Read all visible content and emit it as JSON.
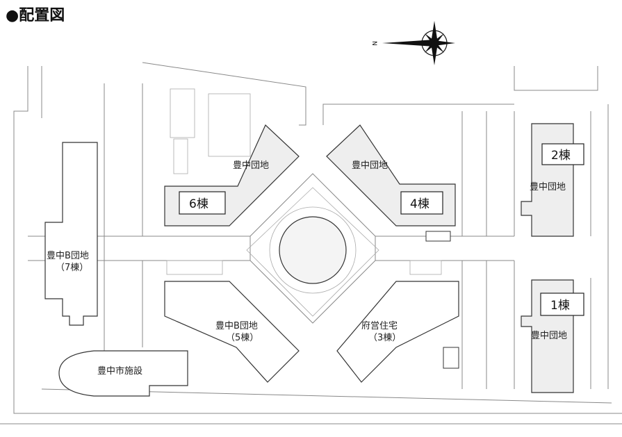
{
  "title": "●配置図",
  "compass": {
    "label": "N"
  },
  "buildings": {
    "b6": {
      "name": "豊中団地",
      "tag": "6棟"
    },
    "b4": {
      "name": "豊中団地",
      "tag": "4棟"
    },
    "b2": {
      "name": "豊中団地",
      "tag": "2棟"
    },
    "b1": {
      "name": "豊中団地",
      "tag": "1棟"
    },
    "b7": {
      "name": "豊中B団地",
      "sub": "（7棟）"
    },
    "b5": {
      "name": "豊中B団地",
      "sub": "（5棟）"
    },
    "b3": {
      "name": "府営住宅",
      "sub": "（3棟）"
    },
    "facility": {
      "name": "豊中市施設"
    }
  }
}
